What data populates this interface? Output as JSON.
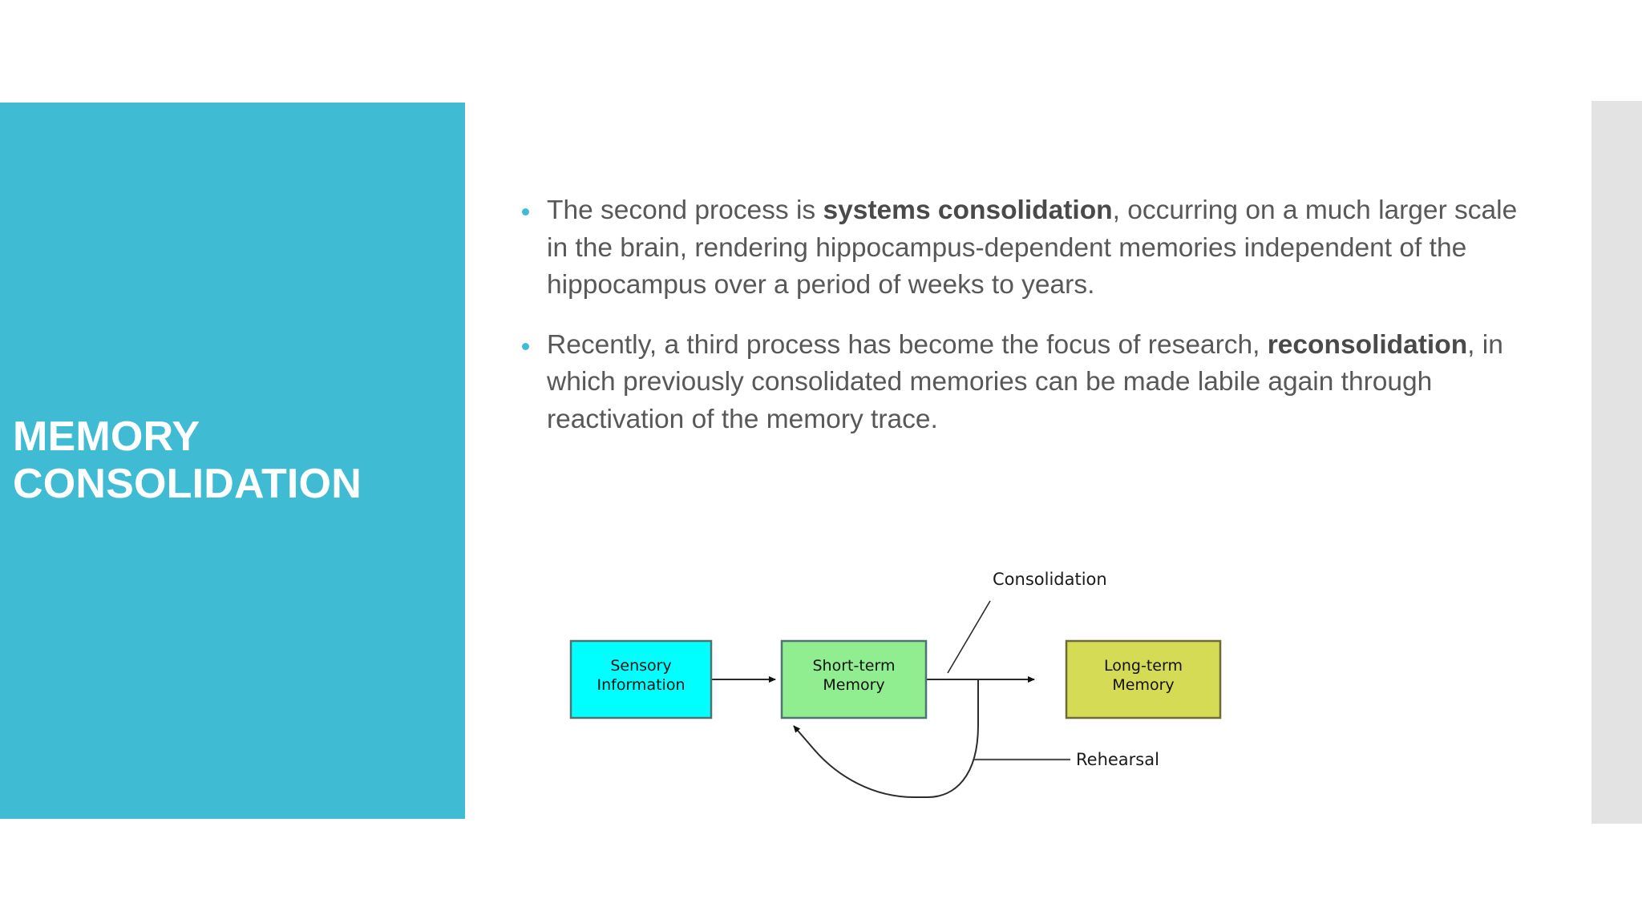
{
  "slide": {
    "title": "MEMORY\nCONSOLIDATION",
    "accent_color": "#3fbcd4",
    "body_text_color": "#585858",
    "background_color": "#ffffff",
    "right_strip_color": "#e3e3e3"
  },
  "bullets": [
    {
      "id": "bullet-1",
      "marker": "bullet-dot",
      "runs": [
        {
          "text": "The second process is ",
          "bold": false
        },
        {
          "text": "systems consolidation",
          "bold": true
        },
        {
          "text": ", occurring on a much larger scale in the brain, rendering hippocampus-dependent memories independent of the hippocampus over a period of weeks to years.",
          "bold": false
        }
      ],
      "plain": "The second process is systems consolidation, occurring on a much larger scale in the brain, rendering hippocampus-dependent memories independent of the hippocampus over a period of weeks to years."
    },
    {
      "id": "bullet-2",
      "marker": "bullet-dot",
      "runs": [
        {
          "text": "Recently, a third process has become the focus of research, ",
          "bold": false
        },
        {
          "text": "reconsolidation",
          "bold": true
        },
        {
          "text": ", in which previously consolidated memories can be made labile again through reactivation of the memory trace.",
          "bold": false
        }
      ],
      "plain": "Recently, a third process has become the focus of research, reconsolidation, in which previously consolidated memories can be made labile again through reactivation of the memory trace."
    }
  ],
  "diagram": {
    "type": "flow-diagram",
    "nodes": [
      {
        "id": "sensory",
        "label": "Sensory\nInformation",
        "line1": "Sensory",
        "line2": "Information",
        "fill": "#00ffff",
        "stroke": "#4d7373"
      },
      {
        "id": "stm",
        "label": "Short-term\nMemory",
        "line1": "Short-term",
        "line2": "Memory",
        "fill": "#90ee90",
        "stroke": "#4d7373"
      },
      {
        "id": "ltm",
        "label": "Long-term\nMemory",
        "line1": "Long-term",
        "line2": "Memory",
        "fill": "#d6db55",
        "stroke": "#6b6b33"
      }
    ],
    "edges": [
      {
        "id": "sensory-to-stm",
        "from": "sensory",
        "to": "stm",
        "label": ""
      },
      {
        "id": "stm-to-ltm",
        "from": "stm",
        "to": "ltm",
        "label": "Consolidation"
      },
      {
        "id": "rehearsal-loop",
        "from": "stm",
        "to": "stm",
        "label": "Rehearsal"
      }
    ],
    "labels": {
      "consolidation": "Consolidation",
      "rehearsal": "Rehearsal"
    }
  }
}
